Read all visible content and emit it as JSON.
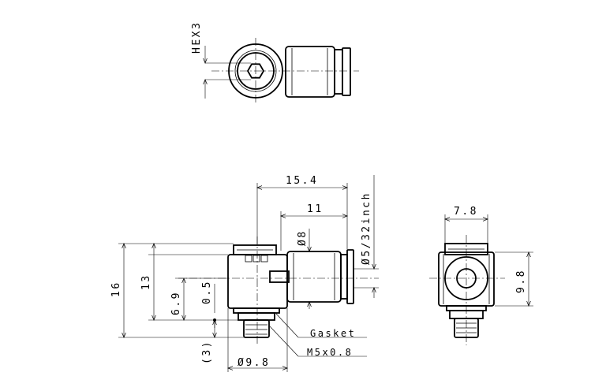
{
  "dimensions": {
    "hex": "HEX3",
    "length_total": "15.4",
    "length_body": "11",
    "dia_tube": "Ø5/32inch",
    "dia_8": "Ø8",
    "height_16": "16",
    "height_13": "13",
    "height_6_9": "6.9",
    "gap_0_5": "0.5",
    "thread_len": "(3)",
    "dia_9_8": "Ø9.8",
    "side_width": "7.8",
    "side_height": "9.8"
  },
  "callouts": {
    "gasket": "Gasket",
    "thread": "M5x0.8"
  }
}
